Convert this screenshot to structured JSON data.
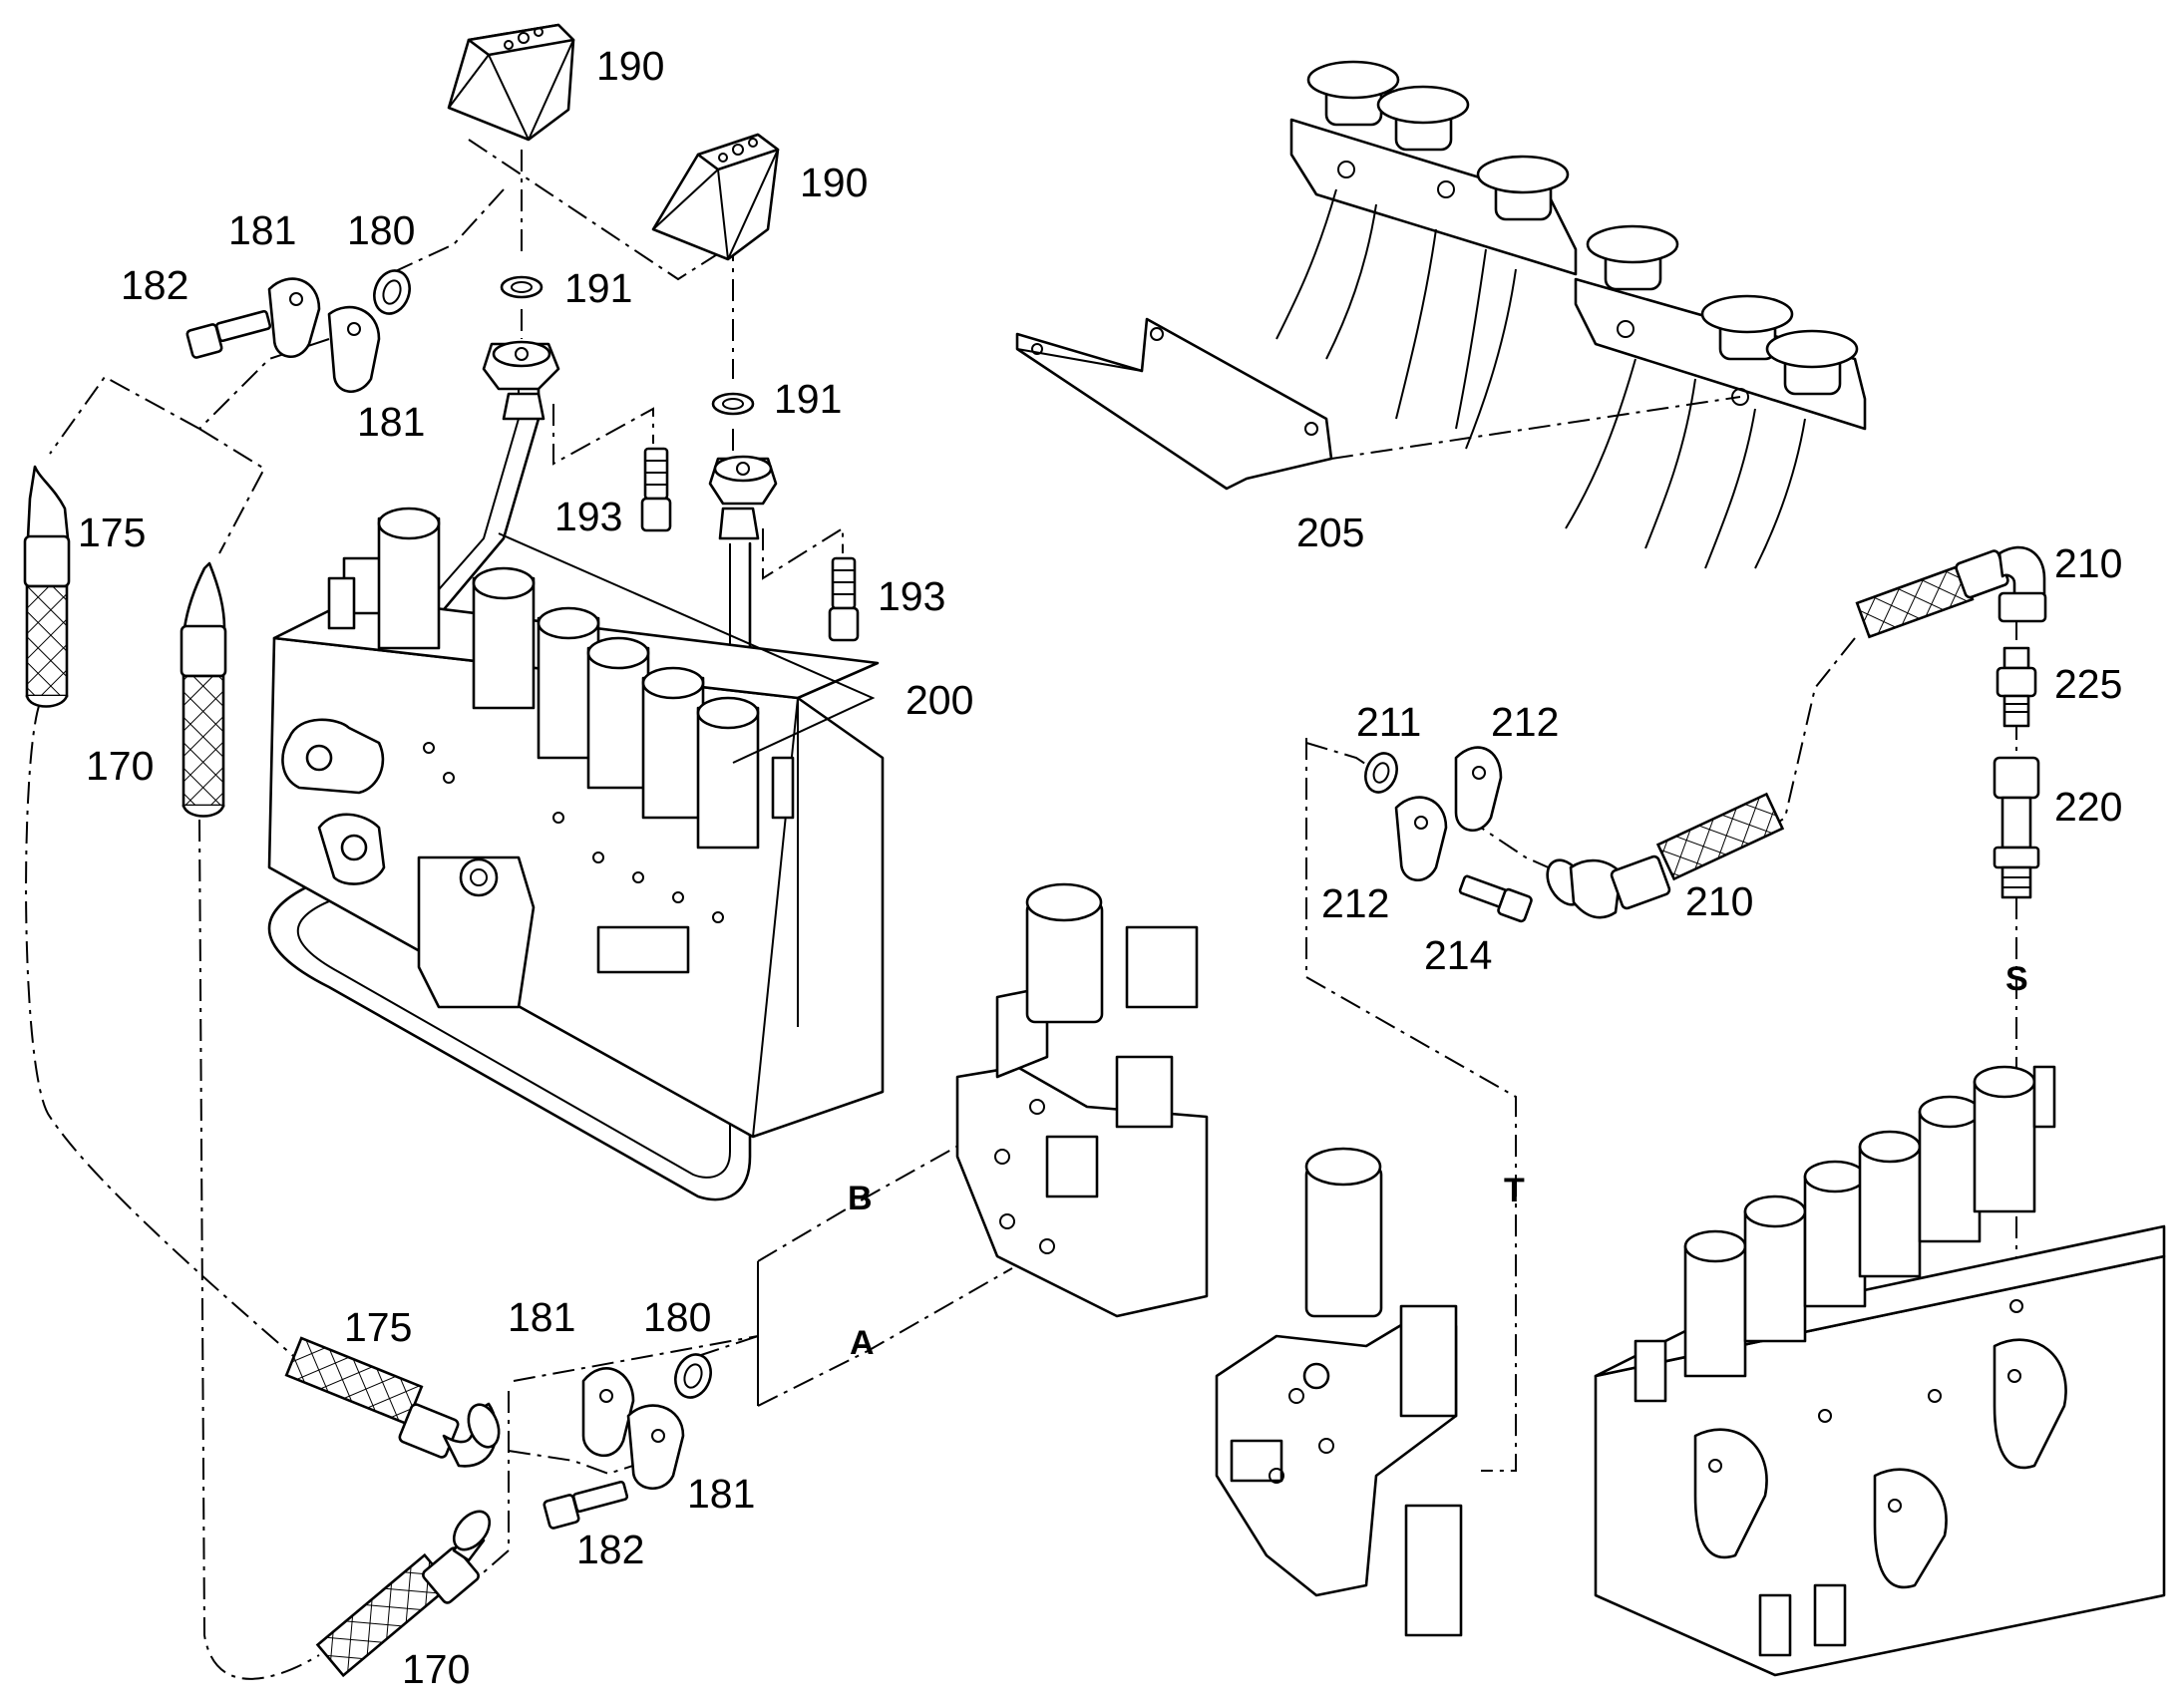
{
  "callouts": {
    "c190a": "190",
    "c190b": "190",
    "c181a": "181",
    "c180a": "180",
    "c182a": "182",
    "c191a": "191",
    "c191b": "191",
    "c181b": "181",
    "c193a": "193",
    "c193b": "193",
    "c175a": "175",
    "c170a": "170",
    "c200": "200",
    "c205": "205",
    "c210a": "210",
    "c225": "225",
    "c211": "211",
    "c212a": "212",
    "c220": "220",
    "c212b": "212",
    "c210b": "210",
    "c214": "214",
    "c175b": "175",
    "c181c": "181",
    "c180b": "180",
    "c181d": "181",
    "c182b": "182",
    "c170b": "170"
  },
  "ports": {
    "s": "S",
    "t": "T",
    "b": "B",
    "a": "A"
  }
}
